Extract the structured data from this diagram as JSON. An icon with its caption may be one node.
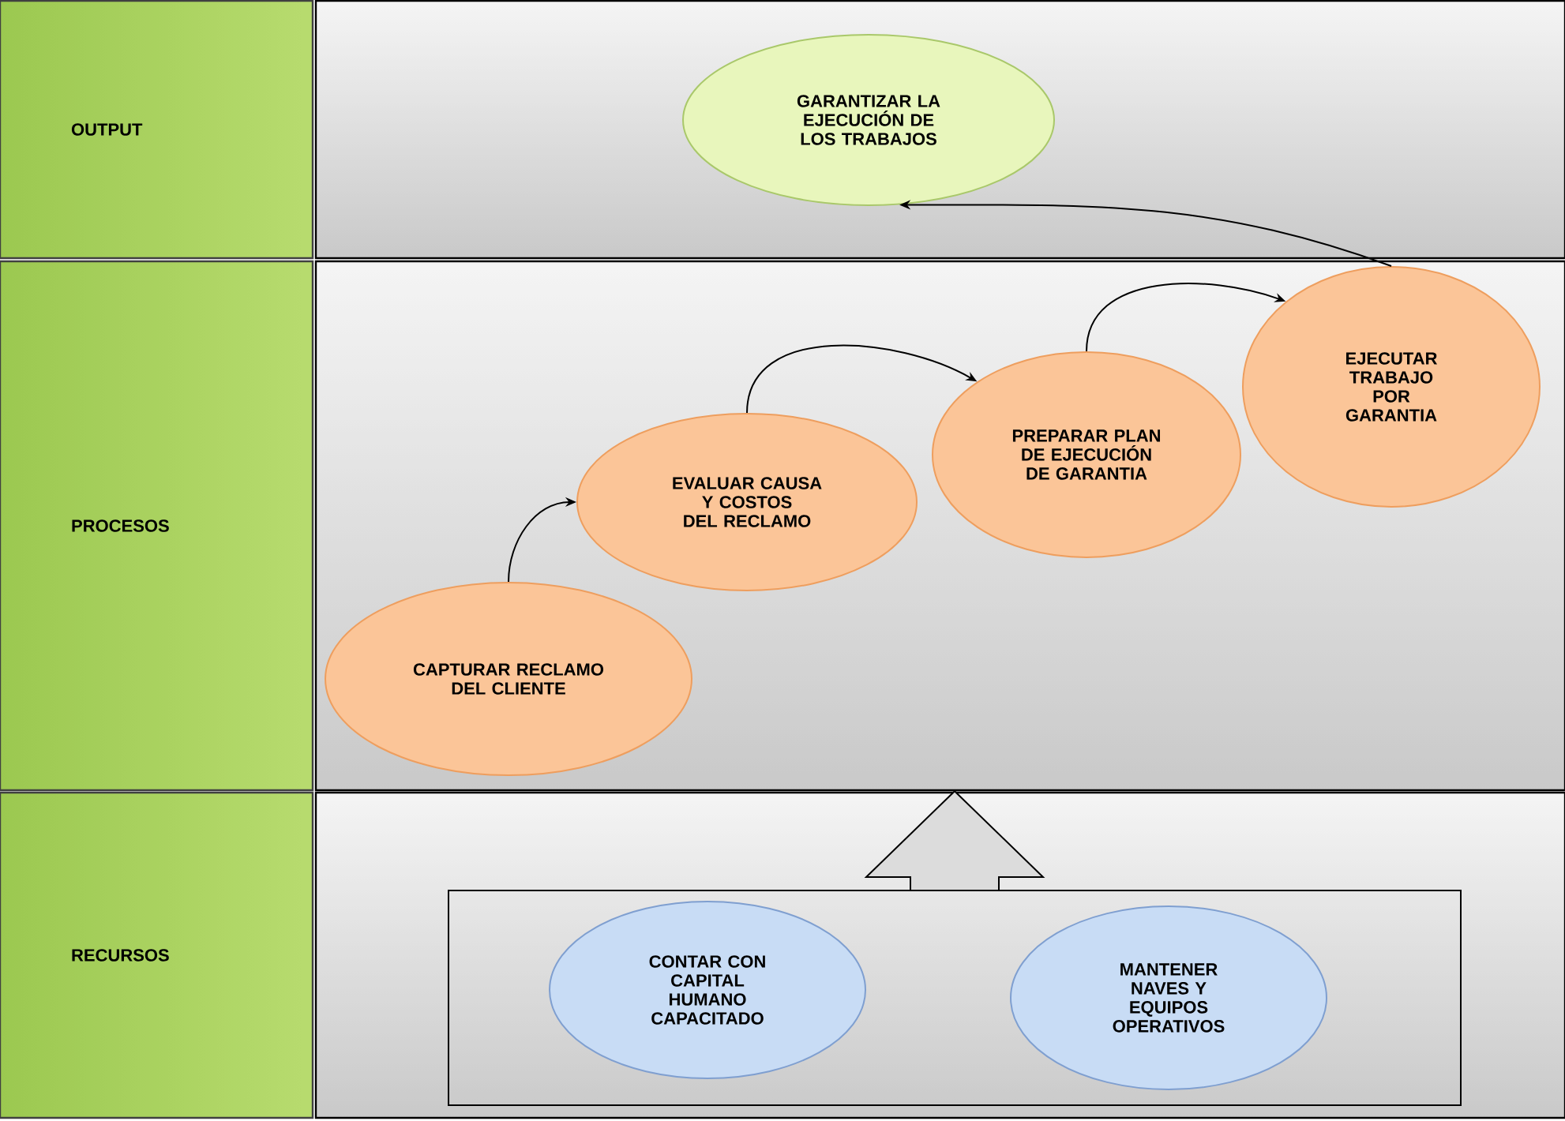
{
  "diagram": {
    "nodes": [
      {
        "text": [
          "OUTPUT"
        ]
      },
      {
        "text": [],
        "shape": "box"
      },
      {
        "text": [
          "GARANTIZAR LA EJECUCIÓN DE LOS TRABAJOS"
        ],
        "in": 1
      },
      {
        "text": [
          "PROCESOS"
        ]
      },
      {
        "text": [],
        "shape": "box"
      },
      {
        "text": [
          "CAPTURAR RECLAMO DEL CLIENTE"
        ],
        "in": 4
      },
      {
        "text": [
          "EVALUAR CAUSA Y COSTOS DEL RECLAMO"
        ],
        "in": 4
      },
      {
        "text": [
          "PREPARAR PLAN DE EJECUCIÓN DE GARANTIA"
        ],
        "in": 4
      },
      {
        "text": [
          "EJECUTAR TRABAJO POR GARANTIA"
        ],
        "in": 4
      },
      {
        "text": [
          "RECURSOS"
        ]
      },
      {
        "text": [],
        "shape": "box"
      },
      {
        "text": [],
        "shape": "box",
        "in": 10
      },
      {
        "text": [
          "CONTAR CON CAPITAL HUMANO CAPACITADO"
        ],
        "in": 11
      },
      {
        "text": [
          "MANTENER NAVES Y EQUIPOS OPERATIVOS"
        ],
        "in": 11
      }
    ],
    "edges": [
      {
        "from": 5,
        "to": 6,
        "arrow": "to"
      },
      {
        "from": 6,
        "to": 7,
        "arrow": "to"
      },
      {
        "from": 7,
        "to": 8,
        "arrow": "to"
      },
      {
        "from": 8,
        "to": 2,
        "arrow": "to"
      },
      {
        "from": 11,
        "to": 4,
        "arrow": "to",
        "style": "thick"
      }
    ]
  }
}
